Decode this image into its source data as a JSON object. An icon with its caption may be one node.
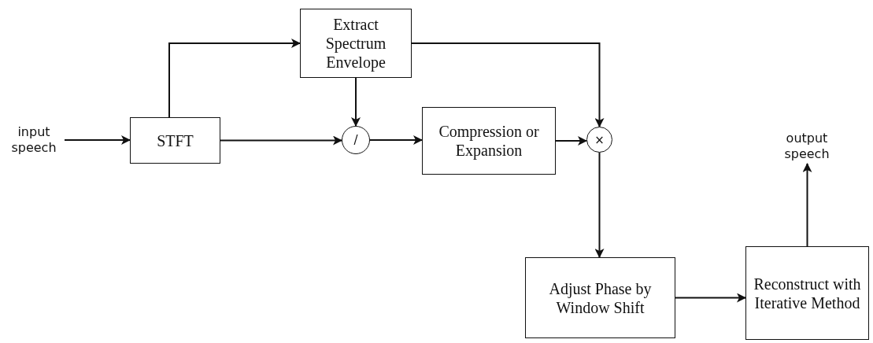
{
  "diagram": {
    "nodes": [
      {
        "text": [
          "input speech"
        ]
      },
      {
        "text": [
          "STFT"
        ]
      },
      {
        "text": [
          "Extract Spectrum Envelope"
        ]
      },
      {
        "text": [
          "/"
        ]
      },
      {
        "text": [
          "Compression or Expansion"
        ]
      },
      {
        "text": [
          "×"
        ]
      },
      {
        "text": [
          "output speech"
        ]
      },
      {
        "text": [
          "Adjust Phase by Window Shift"
        ]
      },
      {
        "text": [
          "Reconstruct with Iterative Method"
        ]
      }
    ],
    "edges": [
      {
        "from": 0,
        "to": 1,
        "arrow": "to"
      },
      {
        "from": 1,
        "to": 2,
        "arrow": "to"
      },
      {
        "from": 2,
        "to": 3,
        "arrow": "to"
      },
      {
        "from": 1,
        "to": 3,
        "arrow": "to"
      },
      {
        "from": 3,
        "to": 4,
        "arrow": "to"
      },
      {
        "from": 4,
        "to": 5,
        "arrow": "to"
      },
      {
        "from": 2,
        "to": 5,
        "arrow": "to"
      },
      {
        "from": 5,
        "to": 7,
        "arrow": "to"
      },
      {
        "from": 7,
        "to": 8,
        "arrow": "to"
      },
      {
        "from": 8,
        "to": 6,
        "arrow": "to"
      }
    ]
  }
}
